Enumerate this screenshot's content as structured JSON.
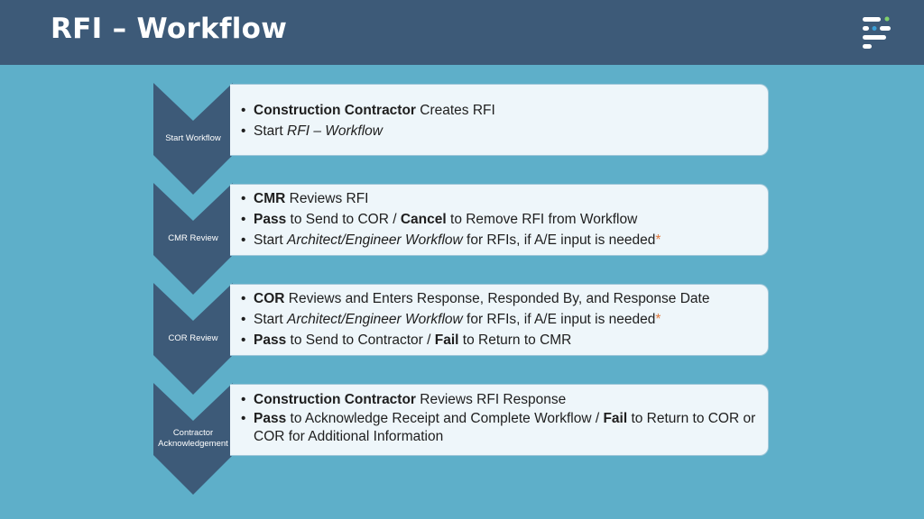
{
  "header": {
    "title": "RFI – Workflow"
  },
  "steps": [
    {
      "label": "Start Workflow",
      "bullets": [
        {
          "bold": "Construction Contractor",
          "text": " Creates RFI"
        },
        {
          "prefix": "Start ",
          "italic": "RFI – Workflow"
        }
      ]
    },
    {
      "label": "CMR Review",
      "bullets": [
        {
          "bold": "CMR",
          "text": " Reviews RFI"
        },
        {
          "bold": "Pass",
          "text": " to Send to COR / ",
          "bold2": "Cancel",
          "text2": " to Remove RFI from Workflow"
        },
        {
          "prefix": "Start ",
          "italic": "Architect/Engineer Workflow",
          "text": " for RFIs, if A/E input is needed",
          "mark": "*"
        }
      ]
    },
    {
      "label": "COR Review",
      "bullets": [
        {
          "bold": "COR",
          "text": " Reviews and Enters Response, Responded By, and Response Date"
        },
        {
          "prefix": "Start ",
          "italic": "Architect/Engineer Workflow",
          "text": " for RFIs, if A/E input is needed",
          "mark": "*"
        },
        {
          "bold": "Pass",
          "text": " to Send to Contractor / ",
          "bold2": "Fail",
          "text2": " to Return to CMR"
        }
      ]
    },
    {
      "label": "Contractor Acknowledgement",
      "bullets": [
        {
          "bold": "Construction Contractor",
          "text": " Reviews RFI Response"
        },
        {
          "bold": "Pass",
          "text": " to Acknowledge Receipt and Complete Workflow / ",
          "bold2": "Fail",
          "text2": " to Return to COR or COR for Additional Information"
        }
      ]
    }
  ],
  "colors": {
    "header": "#3d5a78",
    "background": "#5eafc9",
    "chevron": "#3d5a78",
    "card": "#eef6fa",
    "asterisk": "#e07a3e"
  }
}
